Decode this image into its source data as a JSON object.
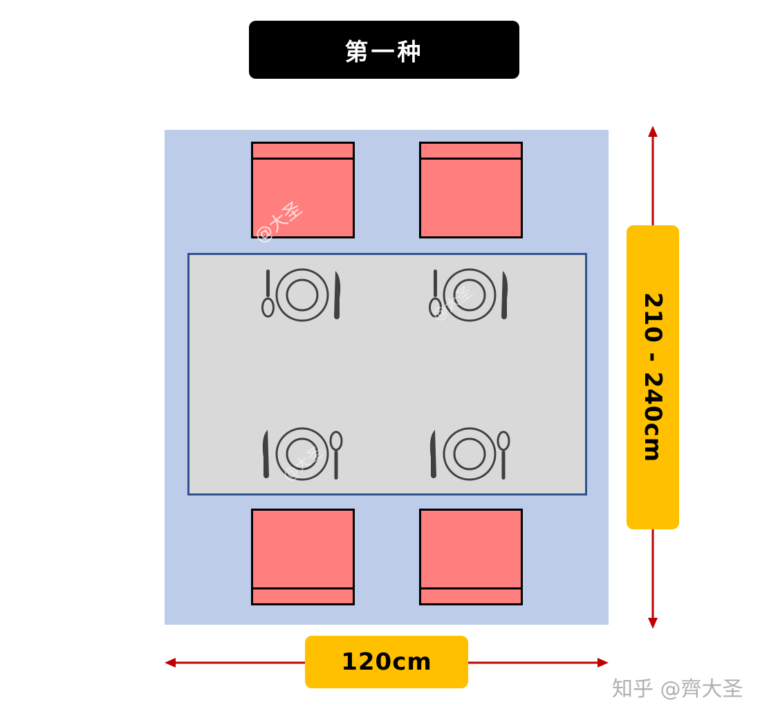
{
  "title": "第一种",
  "dimensions": {
    "width_label": "120cm",
    "length_label": "210 - 240cm"
  },
  "watermark": {
    "text": "@大圣"
  },
  "credit": "知乎 @齊大圣",
  "colors": {
    "rug": "#bccce9",
    "chair": "#ff7f7e",
    "table": "#d9d9d9",
    "table_border": "#2f528f",
    "label": "#ffc000",
    "arrow": "#c00000"
  },
  "icons": {
    "place_setting": "plate-spoon-knife-icon"
  }
}
